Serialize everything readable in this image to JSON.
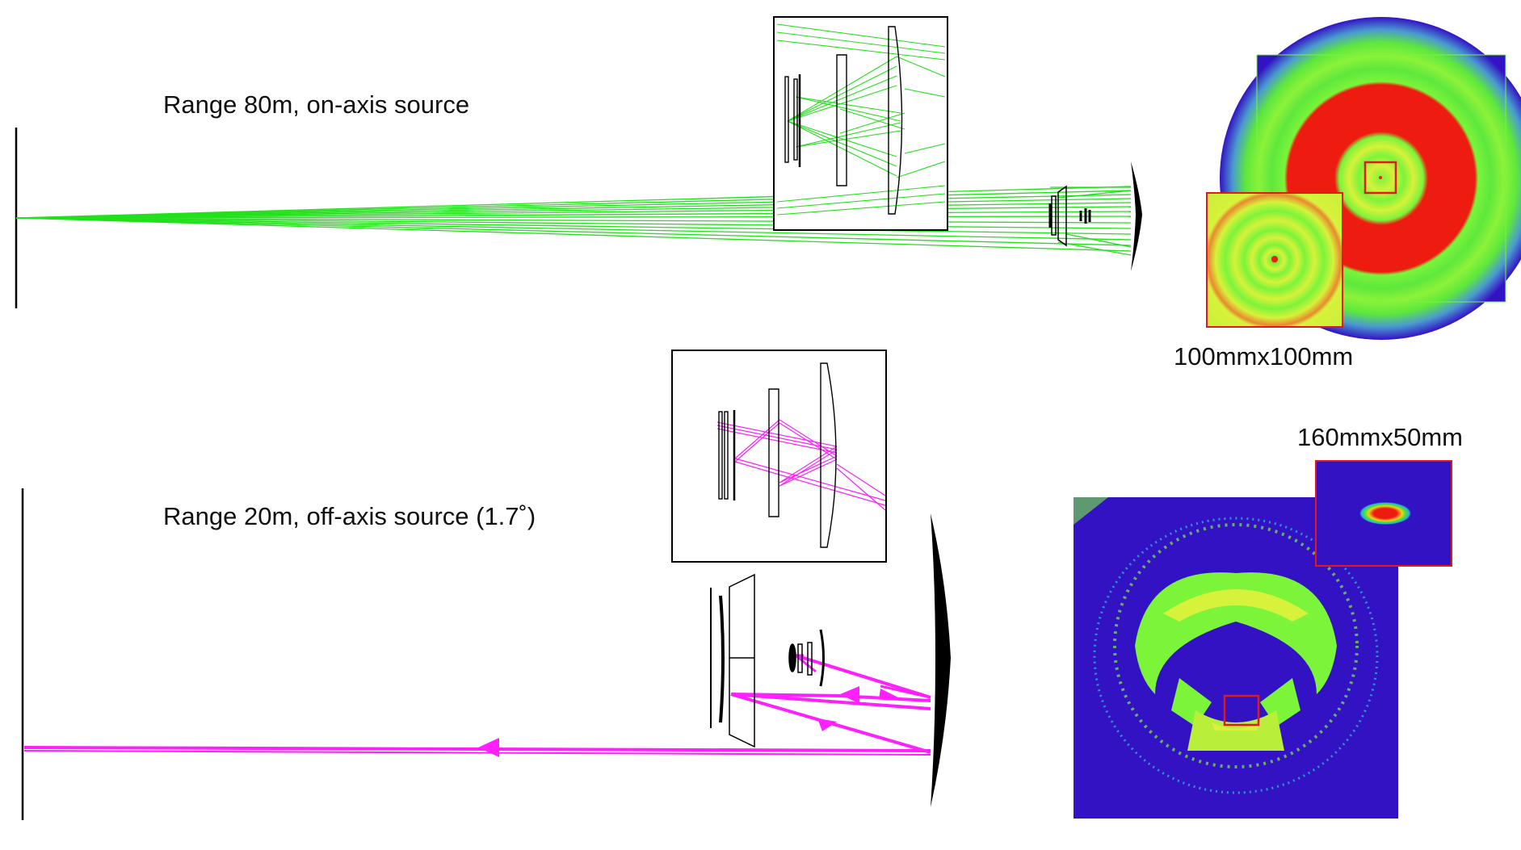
{
  "labels": {
    "top_caption": "Range 80m, on-axis source",
    "bottom_caption": "Range 20m, off-axis source (1.7˚)",
    "spot_size_top": "100mmx100mm",
    "spot_size_bottom": "160mmx50mm"
  },
  "colors": {
    "on_axis_rays": "#22e01a",
    "off_axis_rays": "#ff1fff",
    "map_background": "#3312c4",
    "map_high": "#ee1c10",
    "map_mid": "#7bf43a",
    "map_yellow": "#d7f23a",
    "zoom_box": "#e01a1a"
  }
}
